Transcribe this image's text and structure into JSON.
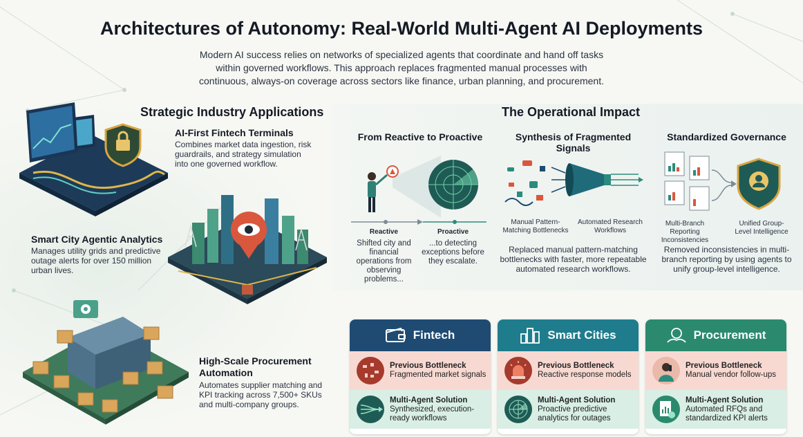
{
  "title": "Architectures of Autonomy: Real-World Multi-Agent AI Deployments",
  "subtitle": "Modern AI success relies on networks of specialized agents that coordinate and hand off tasks within governed workflows. This approach replaces fragmented manual processes with continuous, always-on coverage across sectors like finance, urban planning, and procurement.",
  "left": {
    "heading": "Strategic Industry Applications",
    "apps": [
      {
        "title": "AI-First Fintech Terminals",
        "desc": "Combines market data ingestion, risk guardrails, and strategy simulation into one governed workflow."
      },
      {
        "title": "Smart City Agentic Analytics",
        "desc": "Manages utility grids and predictive outage alerts for over 150 million urban lives."
      },
      {
        "title": "High-Scale Procurement Automation",
        "desc": "Automates supplier matching and KPI tracking across 7,500+ SKUs and multi-company groups."
      }
    ]
  },
  "impact": {
    "heading": "The Operational Impact",
    "columns": [
      {
        "title": "From Reactive to Proactive",
        "captions": [
          {
            "label": "Reactive",
            "text": "Shifted city and financial operations from observing problems..."
          },
          {
            "label": "Proactive",
            "text": "...to detecting exceptions before they escalate."
          }
        ]
      },
      {
        "title": "Synthesis of Fragmented Signals",
        "captions": [
          "Manual Pattern-Matching Bottlenecks",
          "Automated Research Workflows"
        ],
        "desc": "Replaced manual pattern-matching bottlenecks with faster, more repeatable automated research workflows."
      },
      {
        "title": "Standardized Governance",
        "captions": [
          "Multi-Branch Reporting Inconsistencies",
          "Unified Group-Level Intelligence"
        ],
        "desc": "Removed inconsistencies in multi-branch reporting by using agents to unify group-level intelligence."
      }
    ]
  },
  "cards": [
    {
      "title": "Fintech",
      "icon": "wallet-icon",
      "color": "#1f4b73",
      "prev_label": "Previous Bottleneck",
      "prev_text": "Fragmented market signals",
      "sol_label": "Multi-Agent Solution",
      "sol_text": "Synthesized, execution-ready workflows"
    },
    {
      "title": "Smart Cities",
      "icon": "city-icon",
      "color": "#1f7c8c",
      "prev_label": "Previous Bottleneck",
      "prev_text": "Reactive response models",
      "sol_label": "Multi-Agent Solution",
      "sol_text": "Proactive predictive analytics for outages"
    },
    {
      "title": "Procurement",
      "icon": "handshake-icon",
      "color": "#2b8a6e",
      "prev_label": "Previous Bottleneck",
      "prev_text": "Manual vendor follow-ups",
      "sol_label": "Multi-Agent Solution",
      "sol_text": "Automated RFQs and standardized KPI alerts"
    }
  ],
  "colors": {
    "prev_row": "#f8d9d2",
    "sol_row": "#d9efe6",
    "accent_red": "#d9573d",
    "accent_teal": "#2a8c7d"
  }
}
